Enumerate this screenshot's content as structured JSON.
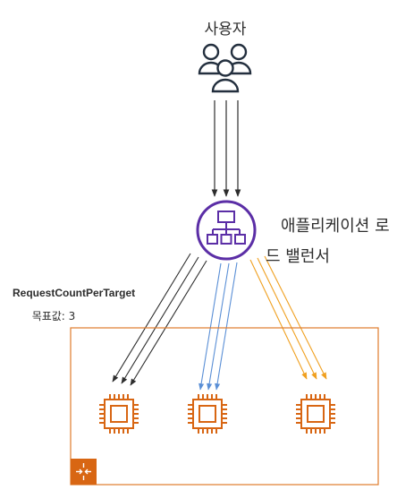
{
  "users": {
    "label": "사용자"
  },
  "load_balancer": {
    "label_line1": "애플리케이션 로",
    "label_line2": "드 밸런서"
  },
  "scaling_metric": {
    "name": "RequestCountPerTarget",
    "target": "목표값: 3"
  },
  "colors": {
    "arrow_dark": "#2d2d2d",
    "arrow_blue": "#5a8fd6",
    "arrow_orange": "#f0a020",
    "alb_purple": "#5b2ea6",
    "ec2_orange": "#d86613",
    "group_border": "#e07b2c"
  },
  "icons": [
    "users-icon",
    "load-balancer-icon",
    "ec2-instance-icon",
    "auto-scaling-group-icon"
  ]
}
